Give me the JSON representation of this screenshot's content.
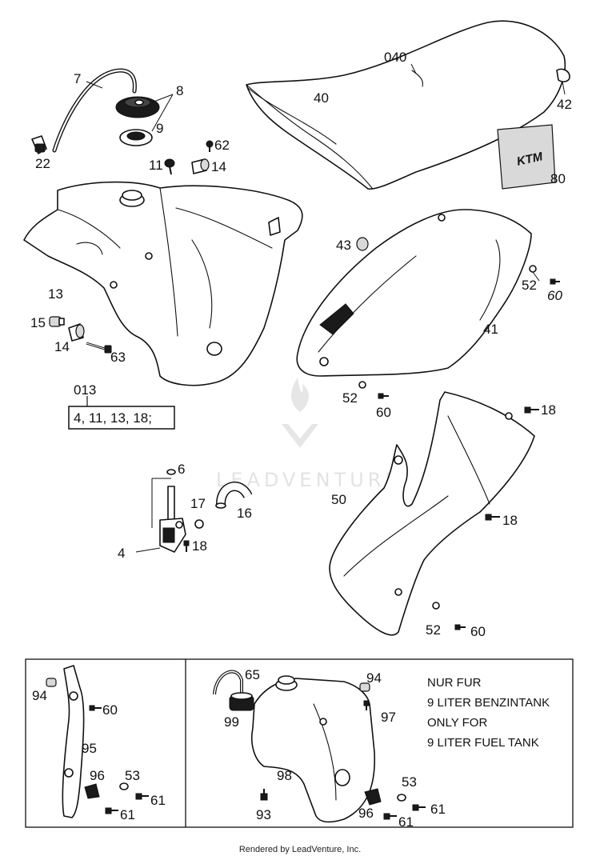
{
  "watermark": "LEADVENTURE",
  "footer": "Rendered by LeadVenture, Inc.",
  "colors": {
    "line": "#111111",
    "watermark": "#e3e3e3",
    "background": "#ffffff"
  },
  "labels": {
    "p7": "7",
    "p8": "8",
    "p9": "9",
    "p22": "22",
    "p11": "11",
    "p62": "62",
    "p14a": "14",
    "p040": "040",
    "p40": "40",
    "p42": "42",
    "p80": "80",
    "p13": "13",
    "p15": "15",
    "p14b": "14",
    "p63": "63",
    "p013": "013",
    "p43": "43",
    "p52a": "52",
    "p60a": "60",
    "p41": "41",
    "p52b": "52",
    "p60b": "60",
    "p18a": "18",
    "p6": "6",
    "p17": "17",
    "p16": "16",
    "p4": "4",
    "p18b": "18",
    "p50": "50",
    "p18c": "18",
    "p52c": "52",
    "p60c": "60",
    "p94a": "94",
    "p60d": "60",
    "p95": "95",
    "p96a": "96",
    "p53a": "53",
    "p61a": "61",
    "p61b": "61",
    "p65": "65",
    "p99": "99",
    "p98": "98",
    "p93": "93",
    "p94b": "94",
    "p97": "97",
    "p53b": "53",
    "p96b": "96",
    "p61c": "61",
    "p61d": "61"
  },
  "kit_box": "4, 11, 13, 18;",
  "note_lines": [
    "NUR FUR",
    "9 LITER BENZINTANK",
    "ONLY FOR",
    "9 LITER FUEL TANK"
  ]
}
